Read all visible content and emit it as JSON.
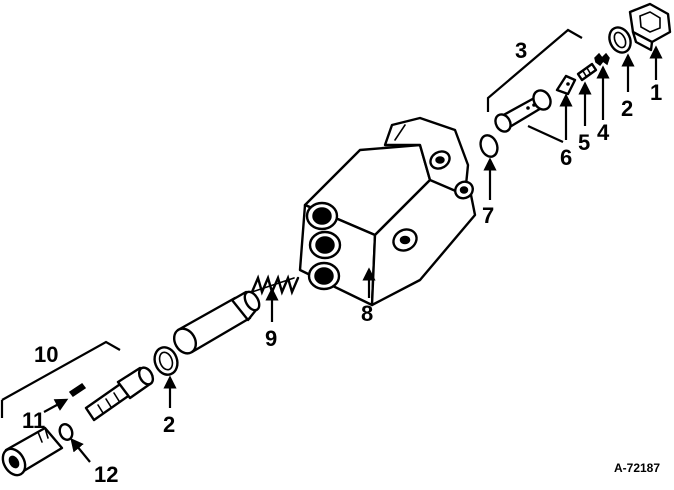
{
  "diagram": {
    "reference_number": "A-72187",
    "callouts": {
      "c1": "1",
      "c2_top": "2",
      "c2_bottom": "2",
      "c3": "3",
      "c4": "4",
      "c5": "5",
      "c6": "6",
      "c7": "7",
      "c8": "8",
      "c9": "9",
      "c10": "10",
      "c11": "11",
      "c12": "12"
    }
  }
}
